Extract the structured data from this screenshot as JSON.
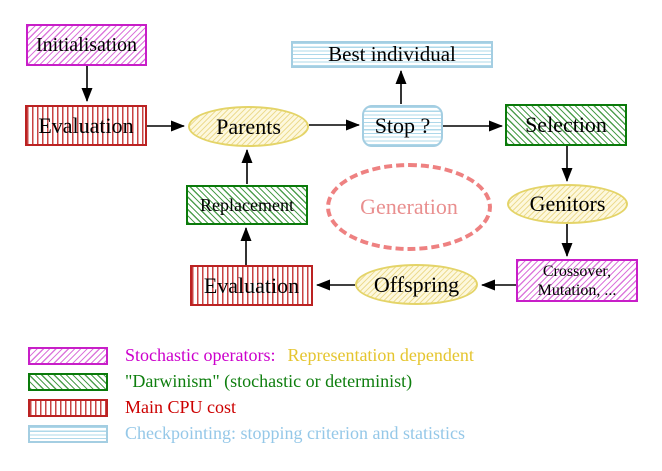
{
  "diagram": {
    "nodes": {
      "initialisation": "Initialisation",
      "evaluation_top": "Evaluation",
      "parents": "Parents",
      "best_individual": "Best individual",
      "stop": "Stop ?",
      "selection": "Selection",
      "genitors": "Genitors",
      "crossover_line1": "Crossover,",
      "crossover_line2": "Mutation, ...",
      "offspring": "Offspring",
      "evaluation_bottom": "Evaluation",
      "replacement": "Replacement",
      "generation": "Generation"
    },
    "legend": {
      "rows": [
        {
          "swatch": "magenta-diagonal-hatch",
          "label": "Stochastic operators:",
          "label2": "Representation dependent"
        },
        {
          "swatch": "green-diagonal-hatch",
          "label": "\"Darwinism\" (stochastic or determinist)"
        },
        {
          "swatch": "red-vertical-stripes",
          "label": "Main CPU cost"
        },
        {
          "swatch": "blue-horizontal-stripes",
          "label": "Checkpointing: stopping criterion and statistics"
        }
      ]
    },
    "colors": {
      "magenta": "#cc00cc",
      "gold": "#e5c52f",
      "green": "#0e7e0e",
      "red": "#cc0000",
      "light_blue": "#95c8e8",
      "salmon": "#ee8181",
      "yellow_border": "#e4d468",
      "arrow_black": "#000000"
    }
  }
}
